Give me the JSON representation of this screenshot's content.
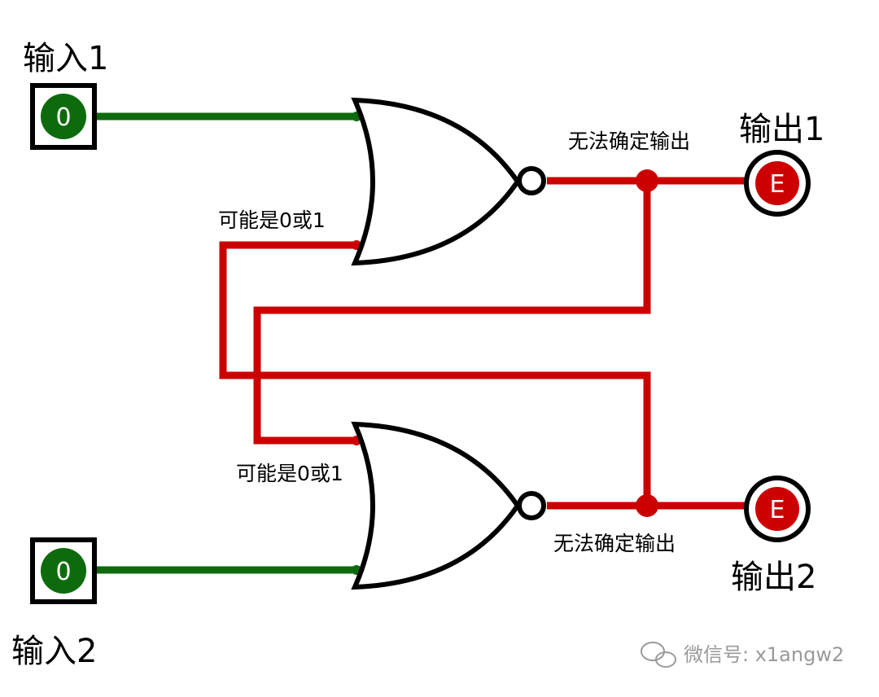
{
  "labels": {
    "input1": "输入1",
    "input2": "输入2",
    "output1": "输出1",
    "output2": "输出2",
    "maybe_top": "可能是0或1",
    "maybe_bottom": "可能是0或1",
    "undetermined_top": "无法确定输出",
    "undetermined_bottom": "无法确定输出"
  },
  "pins": {
    "input1_value": "0",
    "input2_value": "0",
    "output1_value": "E",
    "output2_value": "E"
  },
  "watermark": "微信号: x1angw2",
  "colors": {
    "logic_low_wire": "#0d6b0d",
    "error_wire": "#cc0000",
    "gate_stroke": "#000000",
    "background": "#ffffff"
  },
  "icons": {
    "watermark": "wechat-icon"
  }
}
